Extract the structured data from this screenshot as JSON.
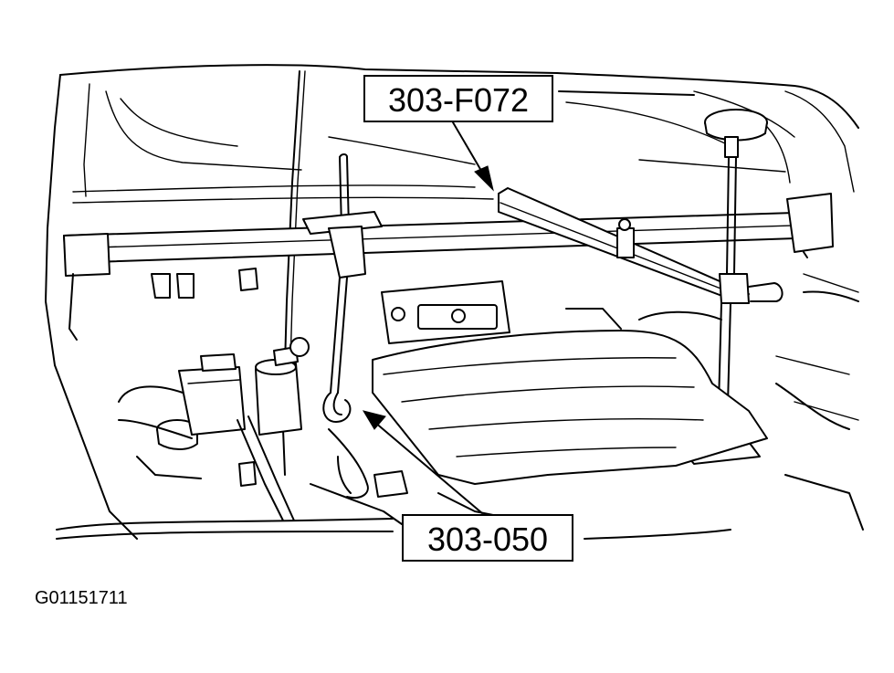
{
  "diagram": {
    "callouts": [
      {
        "id": "tool-303-f072",
        "label": "303-F072"
      },
      {
        "id": "tool-303-050",
        "label": "303-050"
      }
    ],
    "figure_code": "G01151711"
  }
}
